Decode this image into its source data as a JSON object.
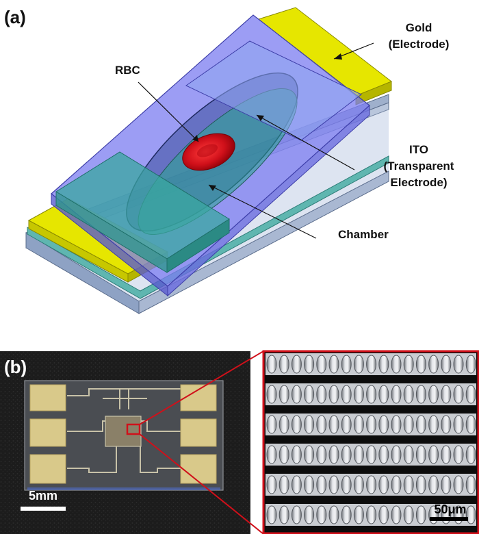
{
  "panel_a": {
    "label": "(a)",
    "callouts": {
      "gold_line1": "Gold",
      "gold_line2": "(Electrode)",
      "rbc": "RBC",
      "ito_line1": "ITO",
      "ito_line2": "(Transparent",
      "ito_line3": "Electrode)",
      "chamber": "Chamber"
    },
    "colors": {
      "gold": "#e6e600",
      "glass_top": "#7b7cf0",
      "ito": "#3aa7a0",
      "rbc": "#d0101a",
      "chamber": "#2e4d8a"
    }
  },
  "panel_b": {
    "label": "(b)",
    "scale_left": "5mm",
    "scale_right": "50μm",
    "colors": {
      "highlight": "#d0101a",
      "pad": "#d9c98a"
    }
  }
}
